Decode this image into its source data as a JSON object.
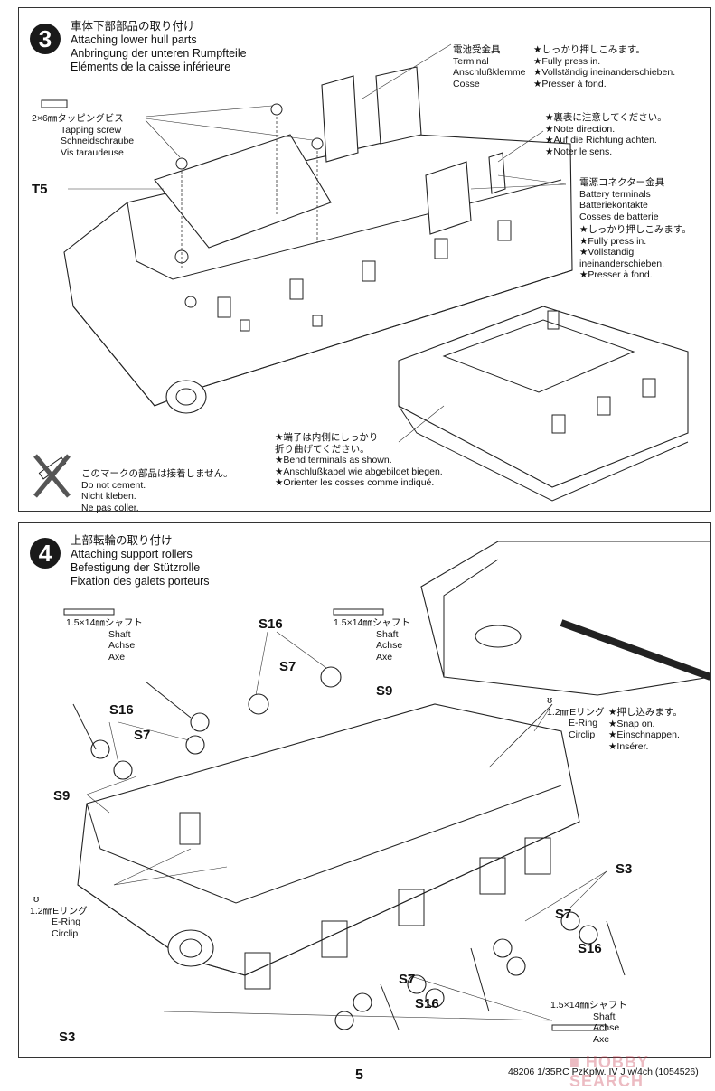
{
  "step3": {
    "number": "3",
    "title_ja": "車体下部部品の取り付け",
    "title_en": "Attaching lower hull parts",
    "title_de": "Anbringung der unteren Rumpfteile",
    "title_fr": "Eléments de la caisse inférieure",
    "screw": {
      "ja": "2×6㎜タッピングビス",
      "en": "Tapping screw",
      "de": "Schneidschraube",
      "fr": "Vis taraudeuse"
    },
    "part_t5": "T5",
    "terminal": {
      "ja": "電池受金具",
      "en": "Terminal",
      "de": "Anschlußklemme",
      "fr": "Cosse"
    },
    "press_note": [
      "★しっかり押しこみます。",
      "★Fully press in.",
      "★Vollständig ineinanderschieben.",
      "★Presser à fond."
    ],
    "direction_note": [
      "★裏表に注意してください。",
      "★Note direction.",
      "★Auf die Richtung achten.",
      "★Noter le sens."
    ],
    "battery_terminals": {
      "ja": "電源コネクター金具",
      "en": "Battery terminals",
      "de": "Batteriekontakte",
      "fr": "Cosses de batterie"
    },
    "battery_press_note": [
      "★しっかり押しこみます。",
      "★Fully press in.",
      "★Vollständig",
      "ineinanderschieben.",
      "★Presser à fond."
    ],
    "bend_note": [
      "★端子は内側にしっかり",
      "折り曲げてください。",
      "★Bend terminals as shown.",
      "★Anschlußkabel wie abgebildet biegen.",
      "★Orienter les cosses comme indiqué."
    ],
    "no_cement": [
      "このマークの部品は接着しません。",
      "Do not cement.",
      "Nicht kleben.",
      "Ne pas coller."
    ]
  },
  "step4": {
    "number": "4",
    "title_ja": "上部転輪の取り付け",
    "title_en": "Attaching support rollers",
    "title_de": "Befestigung der Stützrolle",
    "title_fr": "Fixation des galets porteurs",
    "shaft": {
      "ja": "1.5×14㎜シャフト",
      "en": "Shaft",
      "de": "Achse",
      "fr": "Axe"
    },
    "ering": {
      "ja": "1.2㎜Eリング",
      "en": "E-Ring",
      "de": "Circlip"
    },
    "snap_note": [
      "★押し込みます。",
      "★Snap on.",
      "★Einschnappen.",
      "★Insérer."
    ],
    "parts": {
      "s16": "S16",
      "s7": "S7",
      "s9": "S9",
      "s3": "S3"
    }
  },
  "footer": {
    "page_number": "5",
    "product": "48206  1/35RC PzKpfw. IV J w/4ch (1054526)",
    "watermark": "HOBBY SEARCH"
  }
}
